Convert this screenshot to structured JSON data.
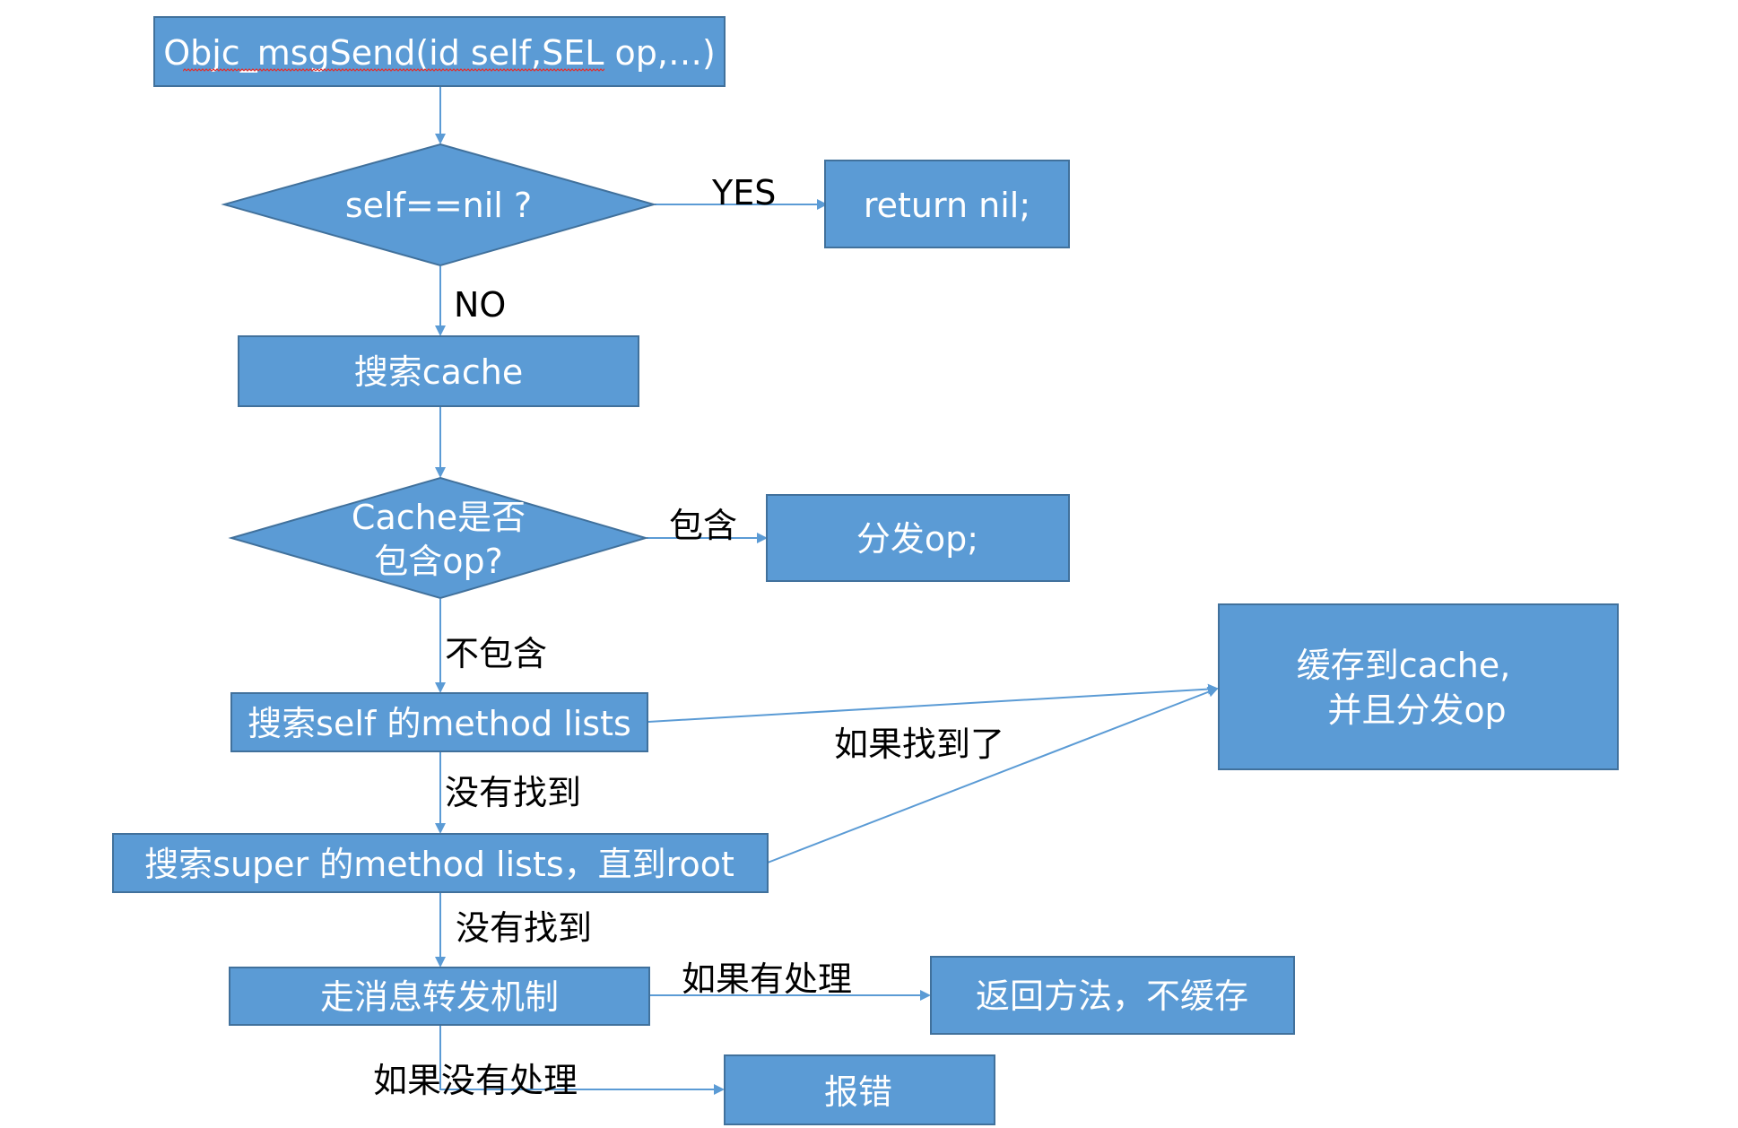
{
  "nodes": {
    "start": "Objc_msgSend(id self,SEL op,…)",
    "check_nil": "self==nil ?",
    "return_nil": "return nil;",
    "search_cache": "搜索cache",
    "cache_check_line1": "Cache是否",
    "cache_check_line2": "包含op?",
    "dispatch_op": "分发op;",
    "search_self": "搜索self 的method lists",
    "cache_and_dispatch_line1": "缓存到cache,",
    "cache_and_dispatch_line2": "并且分发op",
    "search_super": "搜索super 的method lists，直到root",
    "message_forwarding": "走消息转发机制",
    "return_method_no_cache": "返回方法，不缓存",
    "report_error": "报错"
  },
  "edges": {
    "yes": "YES",
    "no": "NO",
    "contains": "包含",
    "not_contains": "不包含",
    "if_found": "如果找到了",
    "not_found_1": "没有找到",
    "not_found_2": "没有找到",
    "if_handled": "如果有处理",
    "if_not_handled": "如果没有处理"
  },
  "colors": {
    "node_fill": "#5b9bd5",
    "node_stroke": "#41719c",
    "edge": "#5b9bd5",
    "spellcheck_underline": "#e0302e"
  }
}
